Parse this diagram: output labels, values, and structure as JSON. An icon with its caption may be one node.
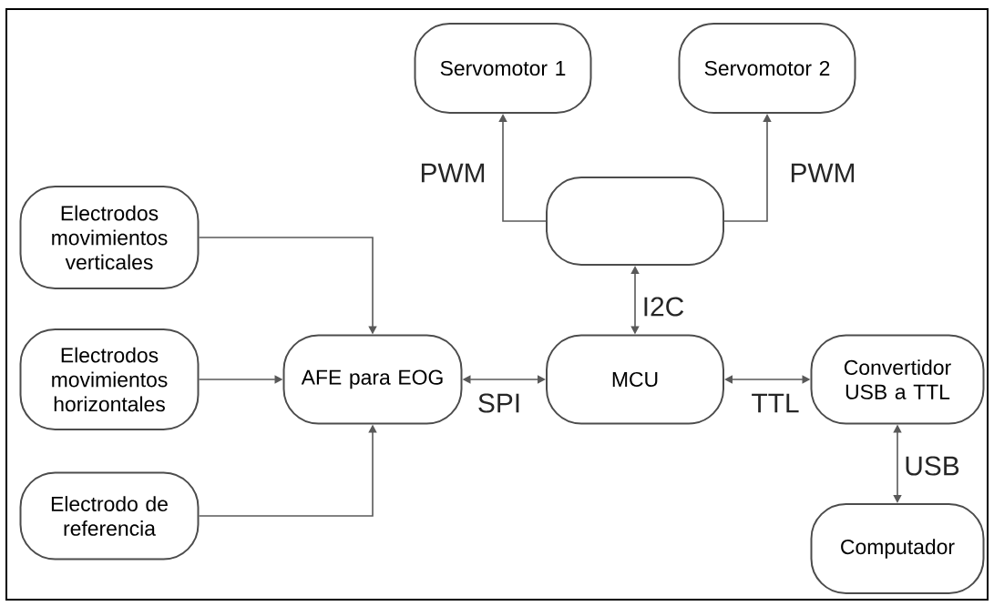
{
  "diagram": {
    "nodes": [
      {
        "text": [
          "Servomotor 1"
        ]
      },
      {
        "text": [
          "Servomotor 2"
        ]
      },
      {
        "text": [],
        "shape": "box"
      },
      {
        "text": [
          "Electrodos movimientos verticales"
        ]
      },
      {
        "text": [
          "Electrodos movimientos horizontales"
        ]
      },
      {
        "text": [
          "AFE para EOG"
        ]
      },
      {
        "text": [
          "MCU"
        ]
      },
      {
        "text": [
          "Convertidor USB a TTL"
        ]
      },
      {
        "text": [
          "Electrodo de referencia"
        ]
      },
      {
        "text": [
          "Computador"
        ]
      }
    ],
    "edges": [
      {
        "from": 2,
        "to": 0,
        "arrow": "to",
        "label": "PWM"
      },
      {
        "from": 2,
        "to": 1,
        "arrow": "to",
        "label": "PWM"
      },
      {
        "from": 2,
        "to": 6,
        "arrow": "both",
        "label": "I2C"
      },
      {
        "from": 3,
        "to": 5,
        "arrow": "to"
      },
      {
        "from": 4,
        "to": 5,
        "arrow": "to"
      },
      {
        "from": 8,
        "to": 5,
        "arrow": "to"
      },
      {
        "from": 5,
        "to": 6,
        "arrow": "both",
        "label": "SPI"
      },
      {
        "from": 6,
        "to": 7,
        "arrow": "both",
        "label": "TTL"
      },
      {
        "from": 7,
        "to": 9,
        "arrow": "both",
        "label": "USB"
      }
    ]
  }
}
